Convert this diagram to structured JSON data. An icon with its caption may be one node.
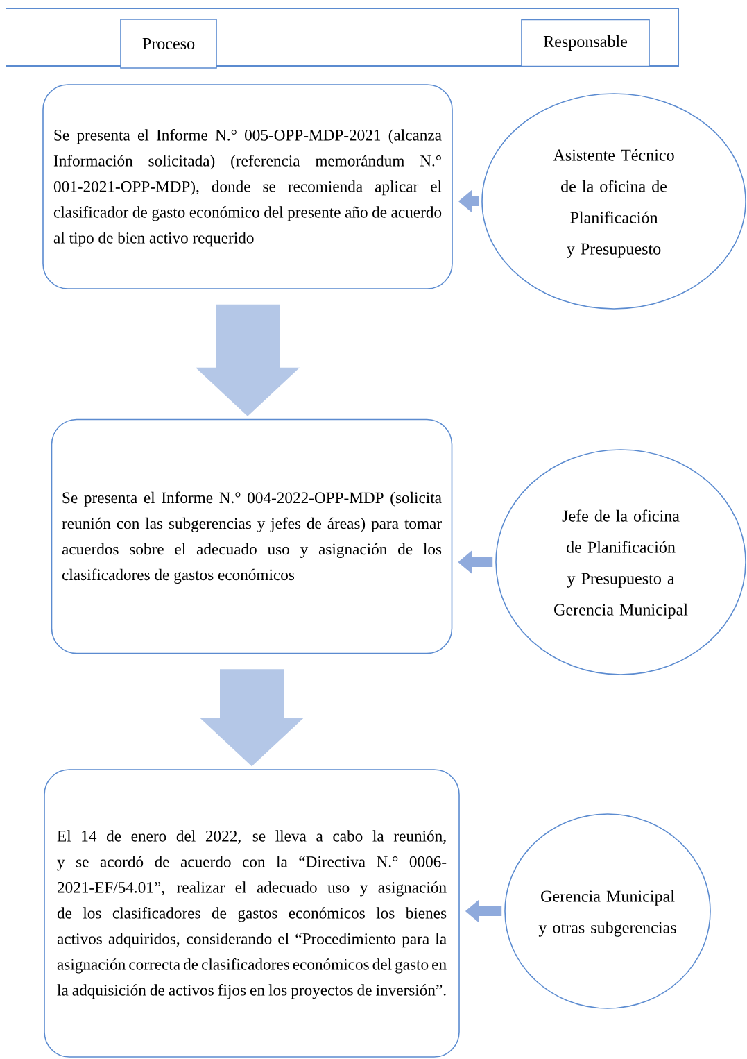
{
  "diagram": {
    "nodes": [
      {
        "text": [
          "Proceso"
        ]
      },
      {
        "text": [
          "Responsable"
        ]
      },
      {
        "text": [
          "Se presenta el Informe N.° 005-OPP-MDP-2021 (alcanza Información solicitada) (referencia memorándum N.° 001-2021-OPP-MDP), donde se recomienda aplicar el clasificador de gasto económico del presente año de acuerdo al tipo de bien activo requerido"
        ]
      },
      {
        "text": [
          "Asistente Técnico de la oficina de Planificación y Presupuesto"
        ]
      },
      {
        "text": [
          "Se presenta el Informe N.° 004-2022-OPP-MDP (solicita reunión con las subgerencias y jefes de áreas) para tomar acuerdos sobre el adecuado uso y asignación de los clasificadores de gastos económicos"
        ]
      },
      {
        "text": [
          "Jefe de la oficina de Planificación y Presupuesto a Gerencia Municipal"
        ]
      },
      {
        "text": [
          "El 14 de enero del 2022, se lleva a cabo la reunión, y se acordó de acuerdo con la “Directiva N.° 0006-2021-EF/54.01”, realizar el adecuado uso y asignación de los clasificadores de gastos económicos los bienes activos adquiridos, considerando el “Procedimiento para la asignación correcta de clasificadores económicos del gasto en la adquisición de activos fijos en los proyectos de inversión”."
        ]
      },
      {
        "text": [
          "Gerencia Municipal y otras subgerencias"
        ]
      }
    ],
    "edges": [
      {
        "from": 3,
        "to": 2,
        "arrow": "to"
      },
      {
        "from": 2,
        "to": 4,
        "arrow": "to",
        "style": "thick",
        "color": "#b4c7e7"
      },
      {
        "from": 5,
        "to": 4,
        "arrow": "to"
      },
      {
        "from": 4,
        "to": 6,
        "arrow": "to",
        "style": "thick",
        "color": "#b4c7e7"
      },
      {
        "from": 7,
        "to": 6,
        "arrow": "to"
      }
    ]
  }
}
